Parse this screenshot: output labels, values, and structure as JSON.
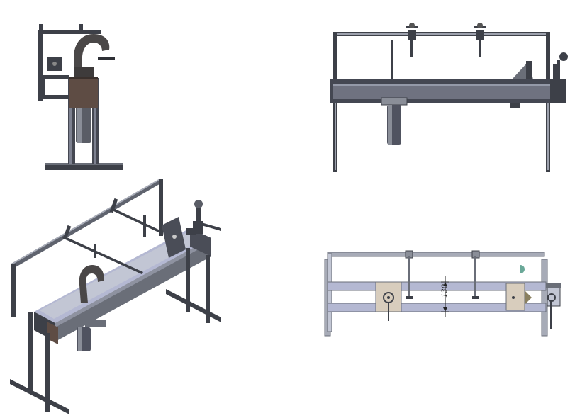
{
  "drawing": {
    "views": [
      {
        "name": "side-view"
      },
      {
        "name": "front-view"
      },
      {
        "name": "isometric-view"
      },
      {
        "name": "top-view"
      }
    ],
    "dimension": {
      "value": "130"
    },
    "colors": {
      "frame_dark": "#3d4048",
      "frame_mid": "#6a6e78",
      "frame_light": "#a7abb7",
      "beam_light": "#c2c6d4",
      "beam_lavender": "#b4b8d2",
      "hook": "#4a4747",
      "block_brown": "#5e4c44",
      "plate_tan": "#d8cdbd",
      "background": "#ffffff"
    }
  }
}
